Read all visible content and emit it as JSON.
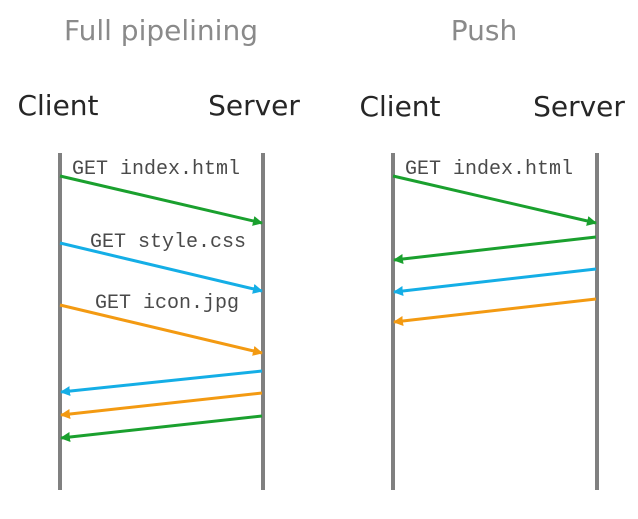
{
  "colors": {
    "green": "#1aa02e",
    "blue": "#14aee6",
    "orange": "#f39a12",
    "lifeline": "#808080"
  },
  "panels": [
    {
      "title": "Full pipelining",
      "client_label": "Client",
      "server_label": "Server",
      "messages": [
        {
          "label": "GET index.html",
          "direction": "client-to-server",
          "color": "green"
        },
        {
          "label": "GET style.css",
          "direction": "client-to-server",
          "color": "blue"
        },
        {
          "label": "GET icon.jpg",
          "direction": "client-to-server",
          "color": "orange"
        },
        {
          "label": "",
          "direction": "server-to-client",
          "color": "blue"
        },
        {
          "label": "",
          "direction": "server-to-client",
          "color": "orange"
        },
        {
          "label": "",
          "direction": "server-to-client",
          "color": "green"
        }
      ]
    },
    {
      "title": "Push",
      "client_label": "Client",
      "server_label": "Server",
      "messages": [
        {
          "label": "GET index.html",
          "direction": "client-to-server",
          "color": "green"
        },
        {
          "label": "",
          "direction": "server-to-client",
          "color": "green"
        },
        {
          "label": "",
          "direction": "server-to-client",
          "color": "blue"
        },
        {
          "label": "",
          "direction": "server-to-client",
          "color": "orange"
        }
      ]
    }
  ]
}
